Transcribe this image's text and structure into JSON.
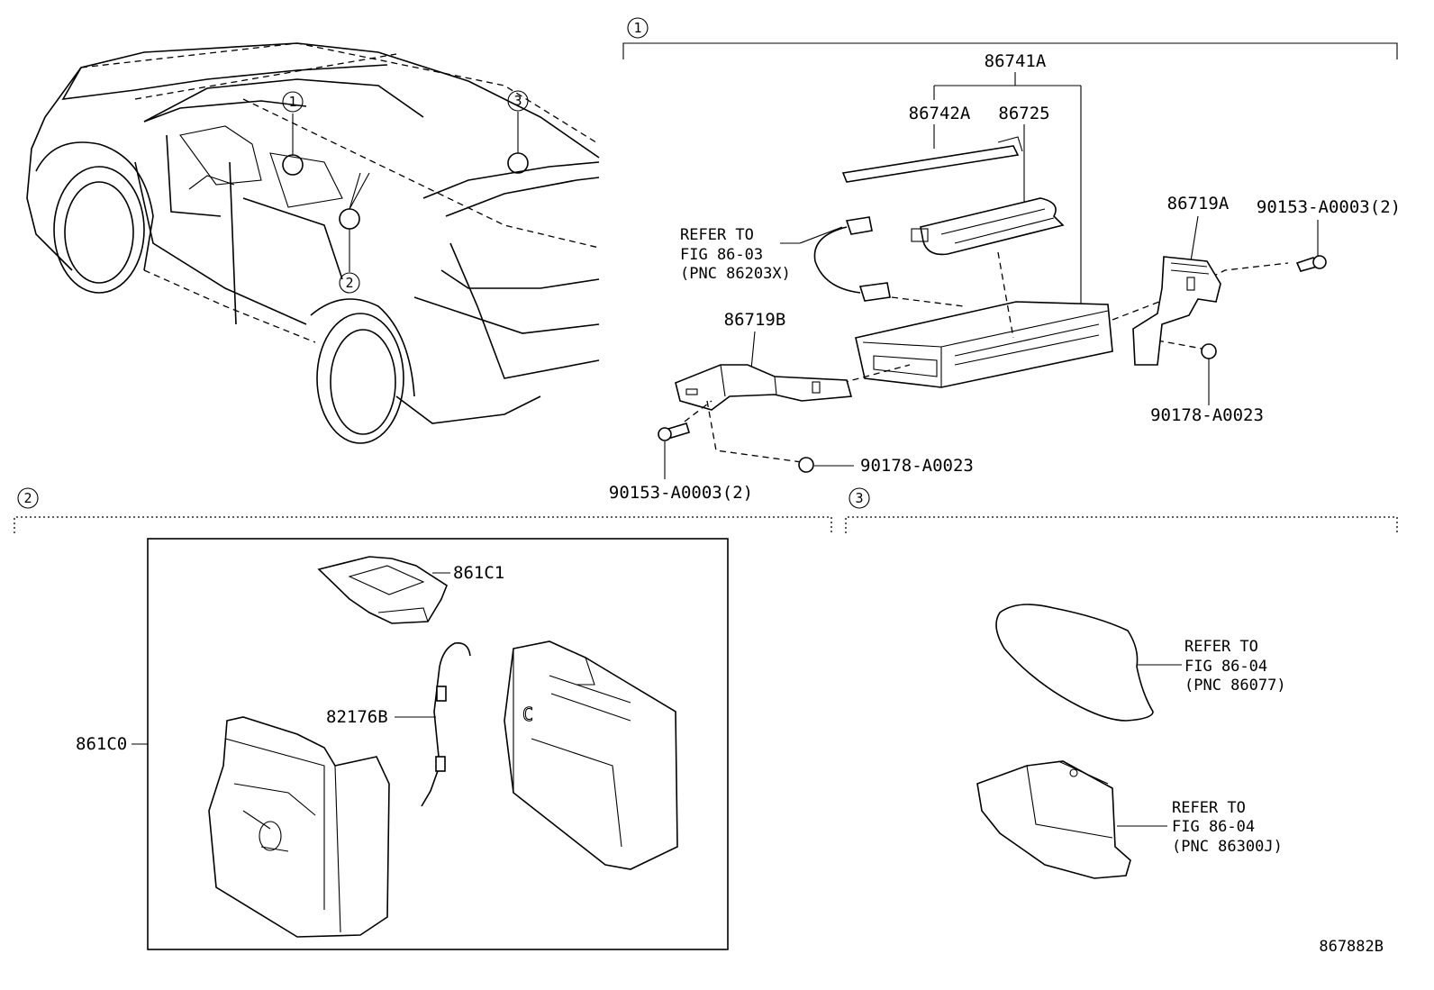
{
  "sections": {
    "s1": "1",
    "s2": "2",
    "s3": "3"
  },
  "callouts": {
    "c1": "1",
    "c2": "2",
    "c3": "3"
  },
  "parts": {
    "p86741A": "86741A",
    "p86742A": "86742A",
    "p86725": "86725",
    "p86719A": "86719A",
    "p86719B": "86719B",
    "p90153_top": "90153-A0003(2)",
    "p90153_bot": "90153-A0003(2)",
    "p90178_right": "90178-A0023",
    "p90178_bot": "90178-A0023",
    "p861C1": "861C1",
    "p82176B": "82176B",
    "p861C0": "861C0"
  },
  "refs": {
    "r1": [
      "REFER TO",
      "FIG 86-03",
      "(PNC 86203X)"
    ],
    "r2": [
      "REFER TO",
      "FIG 86-04",
      "(PNC 86077)"
    ],
    "r3": [
      "REFER TO",
      "FIG 86-04",
      "(PNC 86300J)"
    ]
  },
  "diagram_id": "867882B"
}
